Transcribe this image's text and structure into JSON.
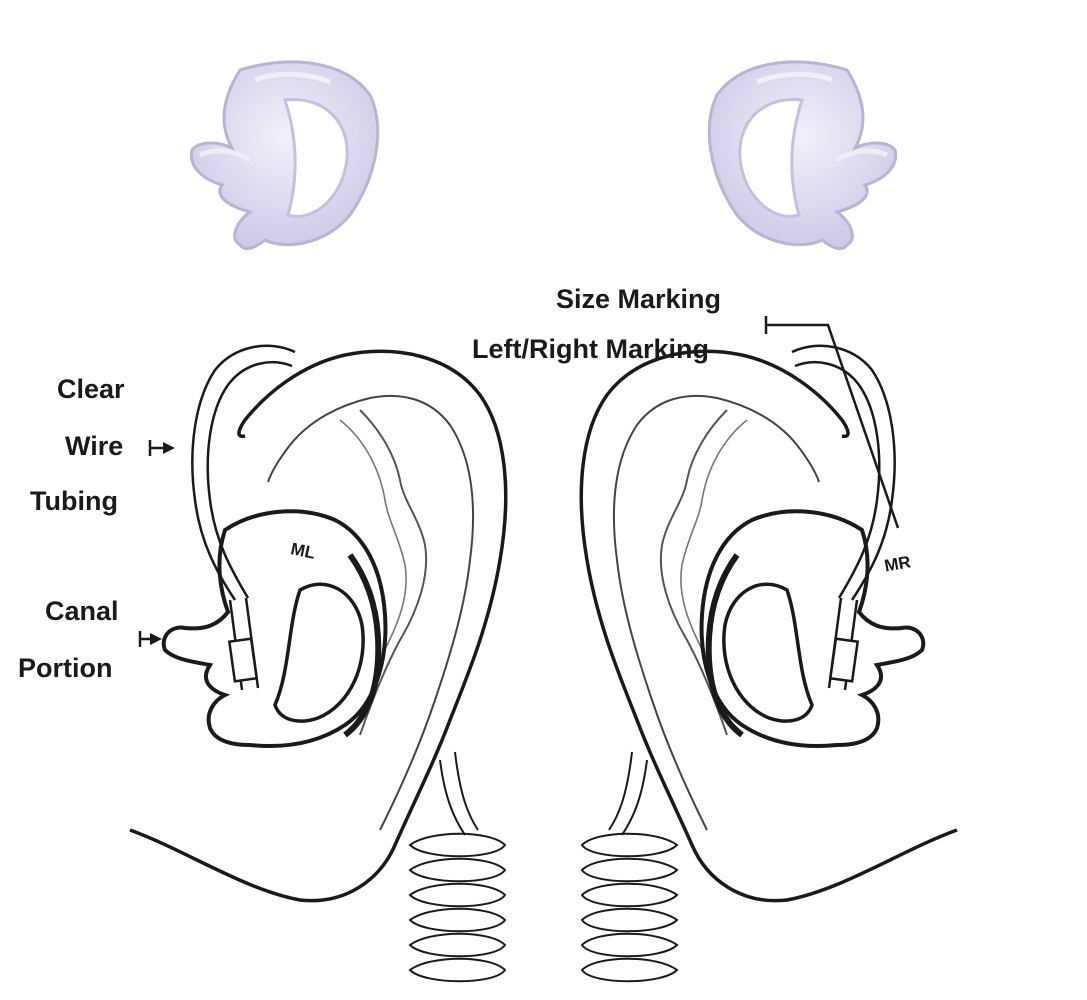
{
  "labels": {
    "clear": "Clear",
    "wire": "Wire",
    "tubing": "Tubing",
    "canal": "Canal",
    "portion": "Portion",
    "size_marking": "Size Marking",
    "left_right_marking": "Left/Right Marking"
  },
  "ear_marks": {
    "left": "ML",
    "right": "MR"
  },
  "colors": {
    "line": "#1a1a1a",
    "earmold_tint": "#dcd8ef",
    "earmold_edge": "#b9b3d6"
  }
}
